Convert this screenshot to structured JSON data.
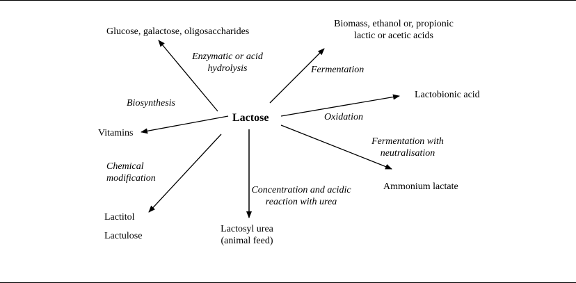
{
  "hub": "Lactose",
  "products": {
    "glucose": "Glucose, galactose, oligosaccharides",
    "biomass_line1": "Biomass, ethanol or, propionic",
    "biomass_line2": "lactic or acetic acids",
    "lactobionic": "Lactobionic acid",
    "vitamins": "Vitamins",
    "ammonium": "Ammonium lactate",
    "lactitol": "Lactitol",
    "lactulose": "Lactulose",
    "urea_line1": "Lactosyl urea",
    "urea_line2": "(animal feed)"
  },
  "processes": {
    "hydrolysis_line1": "Enzymatic or acid",
    "hydrolysis_line2": "hydrolysis",
    "fermentation": "Fermentation",
    "biosynthesis": "Biosynthesis",
    "oxidation": "Oxidation",
    "neutral_line1": "Fermentation with",
    "neutral_line2": "neutralisation",
    "chemical_line1": "Chemical",
    "chemical_line2": "modification",
    "concentration_line1": "Concentration and acidic",
    "concentration_line2": "reaction with urea"
  }
}
